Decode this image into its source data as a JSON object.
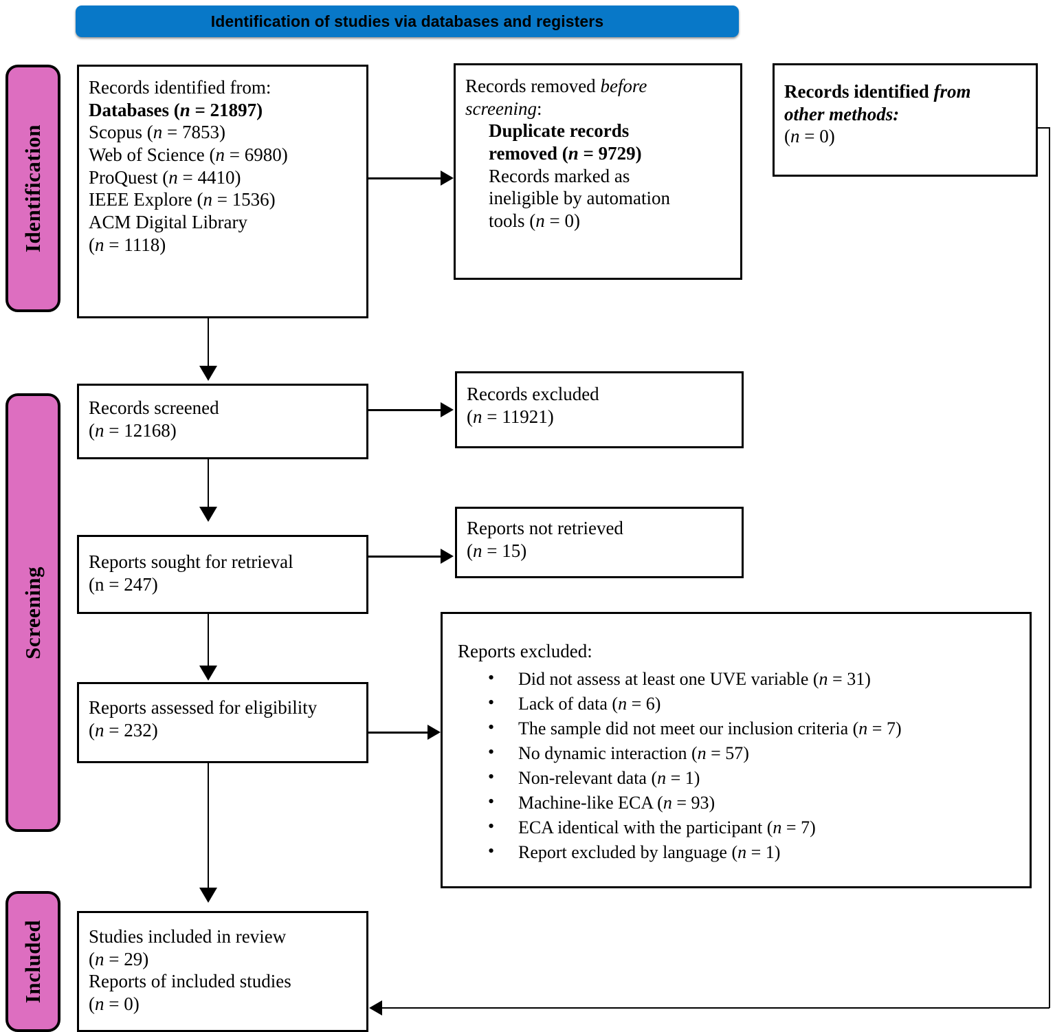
{
  "header": {
    "title": "Identification of studies via databases and registers",
    "bg_color": "#0878c8"
  },
  "stages": {
    "identification": "Identification",
    "screening": "Screening",
    "included": "Included",
    "bg_color": "#dd6ec0"
  },
  "boxes": {
    "records_identified": {
      "lead": "Records identified from:",
      "databases_label": "Databases (",
      "databases_n": "n",
      "databases_eq": " = 21897)",
      "sources": [
        {
          "name": "Scopus (",
          "n": "n",
          "value": " = 7853)"
        },
        {
          "name": "Web of Science (",
          "n": "n",
          "value": " = 6980)"
        },
        {
          "name": "ProQuest (",
          "n": "n",
          "value": " = 4410)"
        },
        {
          "name": "IEEE Explore (",
          "n": "n",
          "value": " = 1536)"
        }
      ],
      "acm_name": "ACM Digital Library",
      "acm_open": "(",
      "acm_n": "n",
      "acm_value": " = 1118)"
    },
    "records_removed": {
      "line1_a": "Records removed ",
      "line1_b": "before",
      "line2_a": "screening",
      "line2_b": ":",
      "dup_a": "Duplicate records",
      "dup_b": "removed (",
      "dup_n": "n",
      "dup_c": " = 9729)",
      "auto_a": "Records marked as",
      "auto_b": "ineligible by automation",
      "auto_c": "tools (",
      "auto_n": "n",
      "auto_d": " = 0)"
    },
    "other_methods": {
      "line1_a": "Records identified ",
      "line1_b": "from",
      "line2": "other methods:",
      "line3_open": "(",
      "line3_n": "n",
      "line3_value": " = 0)"
    },
    "records_screened": {
      "title": "Records screened",
      "open": "(",
      "n": "n",
      "value": " = 12168)"
    },
    "records_excluded": {
      "title": "Records excluded",
      "open": "(",
      "n": "n",
      "value": " = 11921)"
    },
    "reports_sought": {
      "title": "Reports sought for retrieval",
      "count": "(n = 247)"
    },
    "reports_not_retrieved": {
      "title": "Reports not retrieved",
      "open": "(",
      "n": "n",
      "value": " = 15)"
    },
    "reports_assessed": {
      "title": "Reports assessed for eligibility",
      "open": "(",
      "n": "n",
      "value": " = 232)"
    },
    "reports_excluded": {
      "title": "Reports excluded:",
      "items": [
        {
          "reason": "Did not assess at least one UVE variable (",
          "n": "n",
          "value": " = 31)"
        },
        {
          "reason": "Lack of data (",
          "n": "n",
          "value": " = 6)"
        },
        {
          "reason": "The sample did not meet our inclusion criteria (",
          "n": "n",
          "value": " = 7)"
        },
        {
          "reason": "No dynamic interaction (",
          "n": "n",
          "value": " = 57)"
        },
        {
          "reason": "Non-relevant data (",
          "n": "n",
          "value": " = 1)"
        },
        {
          "reason": "Machine-like ECA (",
          "n": "n",
          "value": " = 93)"
        },
        {
          "reason": "ECA identical with the participant (",
          "n": "n",
          "value": " = 7)"
        },
        {
          "reason": "Report excluded by language (",
          "n": "n",
          "value": " = 1)"
        }
      ]
    },
    "studies_included": {
      "line1": "Studies included in review",
      "line2_open": "(",
      "line2_n": "n",
      "line2_value": " = 29)",
      "line3": "Reports of included studies",
      "line4_open": "(",
      "line4_n": "n",
      "line4_value": " = 0)"
    }
  }
}
